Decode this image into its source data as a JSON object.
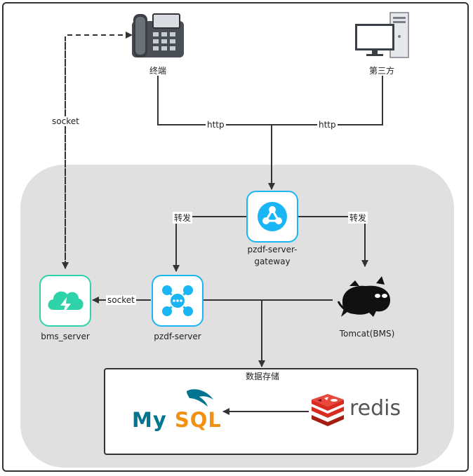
{
  "nodes": {
    "terminal": {
      "label": "终端",
      "icon": "desk-phone-icon"
    },
    "third_party": {
      "label": "第三方",
      "icon": "desktop-computer-icon"
    },
    "gateway": {
      "label_line1": "pzdf-server-",
      "label_line2": "gateway",
      "icon": "network-hub-icon"
    },
    "server": {
      "label": "pzdf-server",
      "icon": "message-hub-icon"
    },
    "bms_server": {
      "label": "bms_server",
      "icon": "cloud-bolt-icon"
    },
    "tomcat": {
      "label": "Tomcat(BMS)",
      "icon": "tomcat-cat-icon"
    },
    "mysql": {
      "label": "MySQL",
      "icon": "mysql-dolphin-icon"
    },
    "redis": {
      "label": "redis",
      "icon": "redis-cube-icon"
    }
  },
  "edges": {
    "terminal_http": "http",
    "third_party_http": "http",
    "terminal_socket": "socket",
    "forward_left": "转发",
    "forward_right": "转发",
    "server_socket": "socket"
  },
  "storage_group": {
    "label": "数据存储"
  },
  "colors": {
    "service_blue": "#1ab5f5",
    "service_green": "#2ed3a9",
    "mysql_blue": "#00758f",
    "mysql_orange": "#f29111",
    "redis_red": "#d82c20",
    "line": "#333333"
  }
}
